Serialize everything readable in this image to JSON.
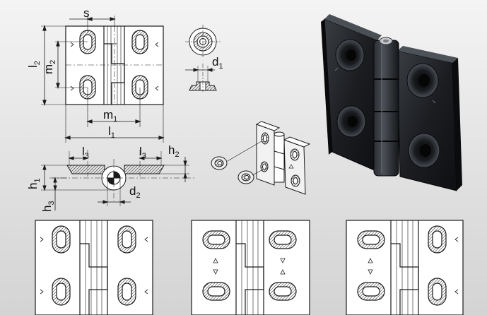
{
  "labels": {
    "s": "s",
    "l2": "l",
    "l2_sub": "2",
    "m2": "m",
    "m2_sub": "2",
    "m1": "m",
    "m1_sub": "1",
    "l1": "l",
    "l1_sub": "1",
    "d1": "d",
    "d1_sub": "1",
    "l3_left": "l",
    "l3_left_sub": "3",
    "l3_right": "l",
    "l3_right_sub": "3",
    "h2": "h",
    "h2_sub": "2",
    "h1": "h",
    "h1_sub": "1",
    "h3": "h",
    "h3_sub": "3",
    "d2": "d",
    "d2_sub": "2"
  },
  "colors": {
    "line": "#1a1a1a",
    "background": "#e6e6e6",
    "product_body": "#1c1e22"
  }
}
